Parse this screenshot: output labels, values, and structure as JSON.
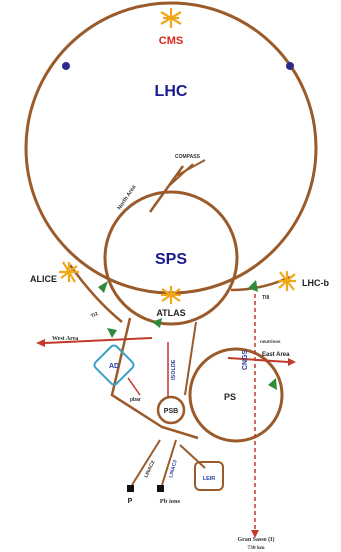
{
  "labels": {
    "cms": "CMS",
    "lhc": "LHC",
    "compass": "COMPASS",
    "north_area": "North Area",
    "sps": "SPS",
    "alice": "ALICE",
    "lhcb": "LHC-b",
    "atlas": "ATLAS",
    "ti2": "TI2",
    "ti8": "TI8",
    "neutrinos": "neutrinos",
    "west_area": "West Area",
    "cngs": "CNGS",
    "isolde": "ISOLDE",
    "ad": "AD",
    "pbar": "pbar",
    "east_area": "East Area",
    "psb": "PSB",
    "ps": "PS",
    "linac2": "LINAC2",
    "linac3": "LINAC3",
    "leir": "LEIR",
    "p": "P",
    "pb_ions": "Pb ions",
    "gran_sasso": "Gran Sasso (I)",
    "distance": "730 km"
  },
  "colors": {
    "ring": "#9a5a2a",
    "beamline": "#c0392b",
    "burst": "#f0a81a",
    "arrow_green": "#2e8b3a",
    "dot_blue": "#2a2a8c",
    "ad_ring": "#3aa0c8"
  }
}
